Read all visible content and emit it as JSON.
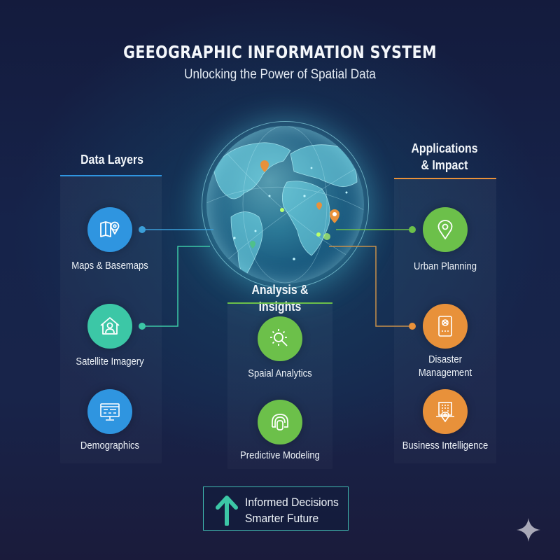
{
  "header": {
    "title": "GEEOGRAPHIC INFORMATION SYSTEM",
    "subtitle": "Unlocking the Power of Spatial Data"
  },
  "colors": {
    "background": "#161f45",
    "blue": "#2f95e0",
    "teal": "#3cc7a6",
    "green": "#6cc04a",
    "orange": "#e8913a",
    "cta_border": "#3fb9b0"
  },
  "columns": {
    "data_layers": {
      "heading": "Data Layers",
      "accent": "#2f95e0",
      "items": [
        {
          "label": "Maps & Basemaps",
          "icon": "map-pin-icon",
          "color": "#2f95e0"
        },
        {
          "label": "Satellite Imagery",
          "icon": "house-user-icon",
          "color": "#3cc7a6"
        },
        {
          "label": "Demographics",
          "icon": "monitor-data-icon",
          "color": "#2f95e0"
        }
      ]
    },
    "analysis": {
      "heading": "Analysis & Insights",
      "accent": "#6cc04a",
      "items": [
        {
          "label": "Spaial Analytics",
          "icon": "gear-magnifier-icon",
          "color": "#6cc04a"
        },
        {
          "label": "Predictive Modeling",
          "icon": "brain-arch-icon",
          "color": "#6cc04a"
        }
      ]
    },
    "applications": {
      "heading_line1": "Applications",
      "heading_line2": "& Impact",
      "accent": "#e8913a",
      "items": [
        {
          "label": "Urban Planning",
          "icon": "location-pin-icon",
          "color": "#6cc04a"
        },
        {
          "label_line1": "Disaster",
          "label_line2": "Management",
          "icon": "tablet-alert-icon",
          "color": "#e8913a"
        },
        {
          "label": "Business Intelligence",
          "icon": "building-pin-icon",
          "color": "#e8913a"
        }
      ]
    }
  },
  "center": {
    "graphic": "digital-globe"
  },
  "cta": {
    "line1": "Informed Decisions",
    "line2": "Smarter Future",
    "icon": "arrow-up-icon"
  }
}
